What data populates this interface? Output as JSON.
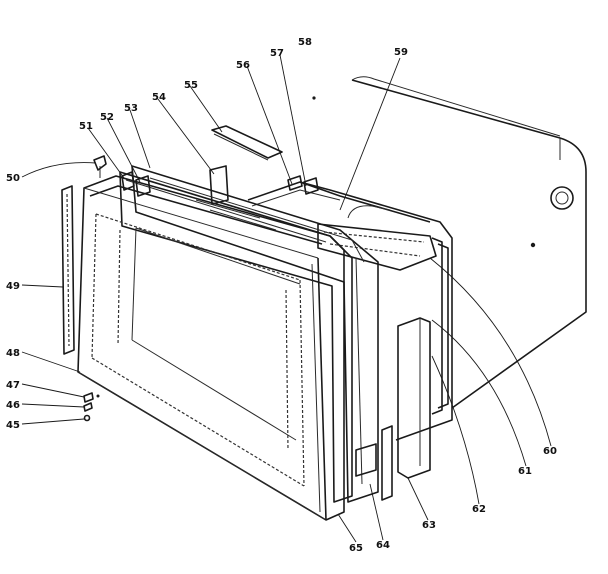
{
  "callouts": [
    "45",
    "46",
    "47",
    "48",
    "49",
    "50",
    "51",
    "52",
    "53",
    "54",
    "55",
    "56",
    "57",
    "58",
    "59",
    "60",
    "61",
    "62",
    "63",
    "64",
    "65"
  ]
}
